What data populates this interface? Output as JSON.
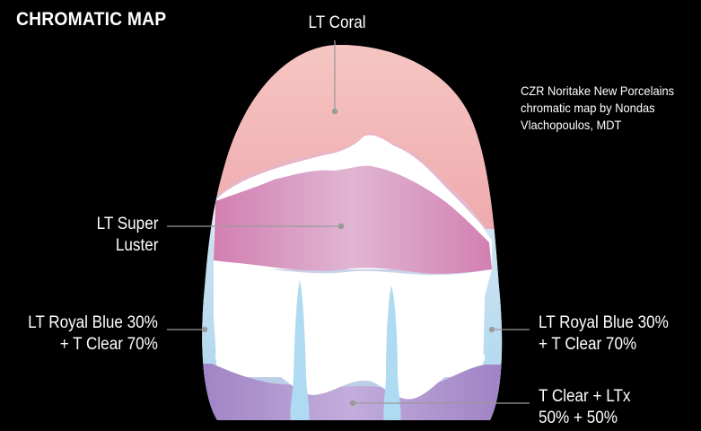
{
  "title": "CHROMATIC MAP",
  "credit": "CZR Noritake New Porcelains chromatic map by Nondas Vlachopoulos, MDT",
  "labels": {
    "lt_coral": "LT Coral",
    "lt_super_luster_1": "LT Super",
    "lt_super_luster_2": "Luster",
    "royal_blue_left_1": "LT Royal Blue 30%",
    "royal_blue_left_2": "+ T Clear 70%",
    "royal_blue_right_1": "LT Royal Blue 30%",
    "royal_blue_right_2": "+ T Clear 70%",
    "t_clear_ltx_1": "T Clear + LTx",
    "t_clear_ltx_2": "50% + 50%"
  },
  "colors": {
    "background": "#000000",
    "coral": "#f2b3b6",
    "super_luster": "#d98fbb",
    "royal_blue": "#b9dcec",
    "t_clear_ltx": "#a98cc8",
    "enamel_white": "#ffffff",
    "leader_line": "#9a9a9a"
  }
}
